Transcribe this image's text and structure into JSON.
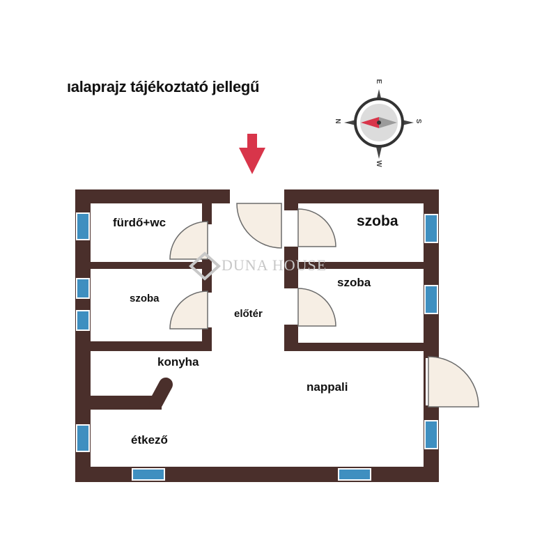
{
  "heading": "ıalaprajz tájékoztató jellegű",
  "watermark": "DUNA HOUSE",
  "compass": {
    "top": "E",
    "right": "S",
    "bottom": "W",
    "left": "N"
  },
  "rooms": {
    "bath": "fürdő+wc",
    "room_left": "szoba",
    "hall": "előtér",
    "room_top_right": "szoba",
    "room_mid_right": "szoba",
    "kitchen": "konyha",
    "living": "nappali",
    "dining": "étkező"
  },
  "colors": {
    "wall": "#4a2f2b",
    "window": "#3f8fc0",
    "door_fill": "#f6eee4",
    "arrow": "#d8354a"
  }
}
